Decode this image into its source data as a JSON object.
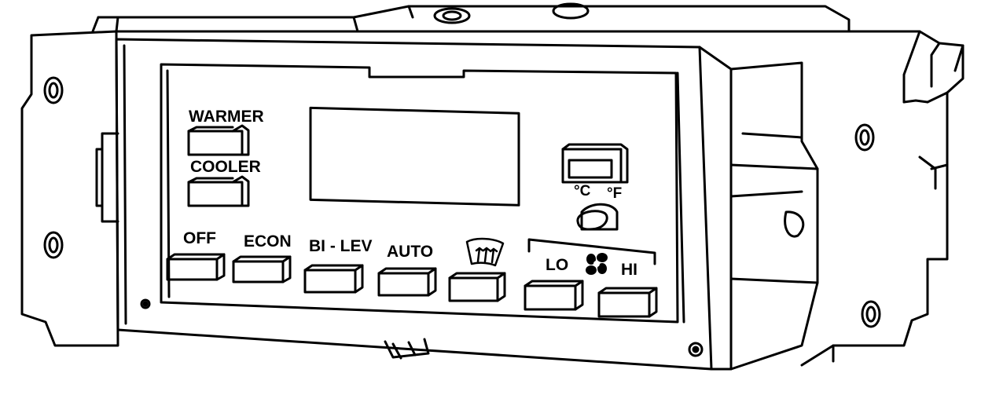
{
  "labels": {
    "warmer": "WARMER",
    "cooler": "COOLER",
    "off": "OFF",
    "econ": "ECON",
    "bilev": "BI - LEV",
    "auto": "AUTO",
    "lo": "LO",
    "hi": "HI",
    "celsius": "°C",
    "fahrenheit": "°F"
  },
  "icons": {
    "defrost": "windshield-defrost-icon",
    "fan": "fan-icon",
    "unit_select": "unit-select-icon"
  },
  "colors": {
    "ink": "#000000",
    "paper": "#ffffff"
  }
}
